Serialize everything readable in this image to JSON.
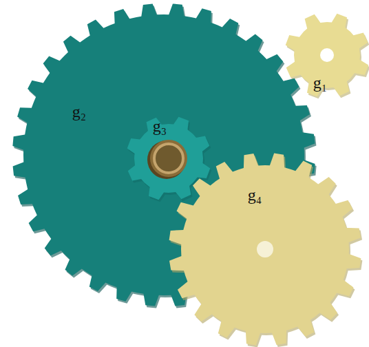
{
  "diagram": {
    "nodes": [
      {
        "text": [
          "g₁"
        ]
      },
      {
        "text": [
          "g₂"
        ]
      },
      {
        "text": [
          "g₃"
        ],
        "in": 1
      },
      {
        "text": [
          "g₄"
        ]
      }
    ],
    "edges": []
  }
}
